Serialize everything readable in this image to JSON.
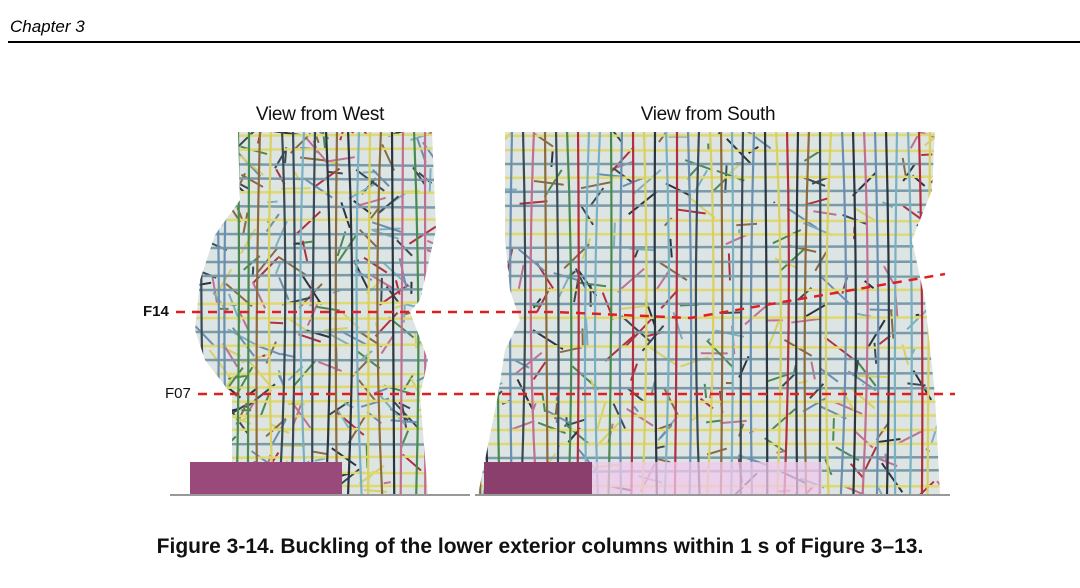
{
  "header": {
    "chapter": "Chapter 3"
  },
  "figure": {
    "views": [
      {
        "title": "View from West"
      },
      {
        "title": "View from South"
      }
    ],
    "floor_markers": [
      {
        "label": "F14"
      },
      {
        "label": "F07"
      }
    ],
    "marker_color": "#e02020",
    "caption": "Figure 3-14.  Buckling of the lower exterior columns within 1 s of Figure 3–13."
  }
}
